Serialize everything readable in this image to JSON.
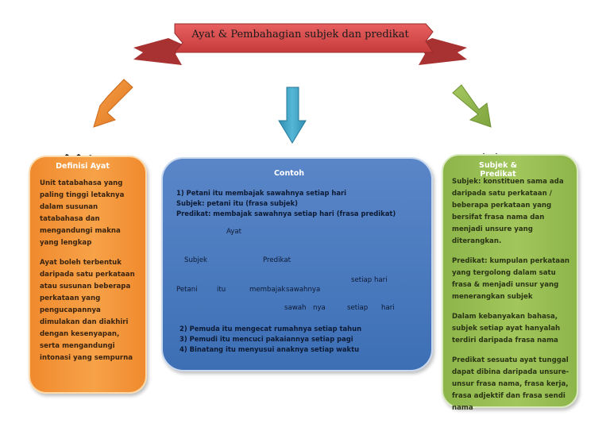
{
  "title": "Ayat & Pembahagian subjek dan predikat",
  "colors": {
    "banner": "#d84a4a",
    "left_panel": "#f7a248",
    "center_panel": "#4a78bd",
    "right_panel": "#9cc05a",
    "arrow_left": "#ee8a2a",
    "arrow_center": "#3aa0c2",
    "arrow_right": "#8ab84a"
  },
  "left_panel": {
    "heading": "Definisi Ayat",
    "paragraphs": [
      "Unit tatabahasa yang paling tinggi letaknya dalam susunan tatabahasa dan mengandungi makna yang lengkap",
      "Ayat boleh terbentuk daripada satu perkataan atau susunan beberapa perkataan yang pengucapannya dimulakan dan diakhiri dengan kesenyapan, serta mengandungi intonasi yang sempurna"
    ]
  },
  "center_panel": {
    "heading": "Contoh",
    "example_line1": "1)  Petani itu membajak sawahnya setiap hari",
    "example_line2": "Subjek: petani itu (frasa subjek)",
    "example_line3": "Predikat: membajak sawahnya setiap hari (frasa predikat)",
    "tree": {
      "root": "Ayat",
      "subjek": "Subjek",
      "predikat": "Predikat",
      "petani": "Petani",
      "itu": "itu",
      "membajak": "membajak",
      "sawahnya": "sawahnya",
      "setiap_hari": "setiap hari",
      "sawah": "sawah",
      "nya": "nya",
      "setiap": "setiap",
      "hari": "hari"
    },
    "more_examples": [
      "2)   Pemuda itu mengecat rumahnya setiap tahun",
      "3)   Pemudi itu mencuci pakaiannya setiap pagi",
      "4)   Binatang itu menyusui anaknya setiap waktu"
    ]
  },
  "right_panel": {
    "heading": "Subjek & Predikat",
    "paragraphs": [
      "Subjek: konstituen sama ada daripada satu perkataan / beberapa perkataan yang bersifat frasa nama dan menjadi unsure yang diterangkan.",
      "Predikat: kumpulan perkataan yang tergolong dalam satu frasa & menjadi unsur yang menerangkan subjek",
      "Dalam kebanyakan bahasa, subjek setiap ayat hanyalah terdiri daripada frasa nama",
      "Predikat sesuatu ayat tunggal dapat dibina daripada unsure-unsur frasa nama, frasa kerja, frasa adjektif dan frasa sendi nama"
    ]
  }
}
